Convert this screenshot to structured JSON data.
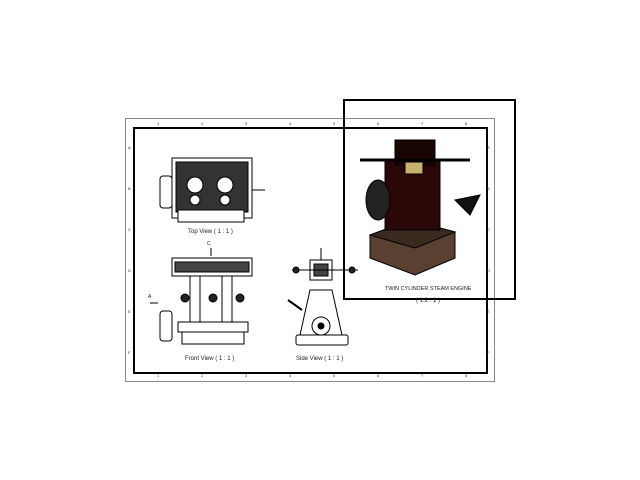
{
  "sheet": {
    "zones_top": [
      "1",
      "2",
      "3",
      "4",
      "5",
      "6",
      "7",
      "8"
    ],
    "zones_side": [
      "A",
      "B",
      "C",
      "D",
      "E",
      "F"
    ],
    "views": {
      "top": "Top View ( 1 : 1 )",
      "front": "Front View ( 1 : 1 )",
      "side": "Side View ( 1 : 1 )",
      "iso_title": "TWIN CYLINDER STEAM ENGINE",
      "iso_scale": "( 1.2 : 1 )"
    },
    "markers": {
      "section_a": "A",
      "section_c": "C"
    },
    "colors": {
      "frame": "#000000",
      "accent_zone": "#3aa0e0",
      "part_dark": "#3a0a0a"
    }
  }
}
